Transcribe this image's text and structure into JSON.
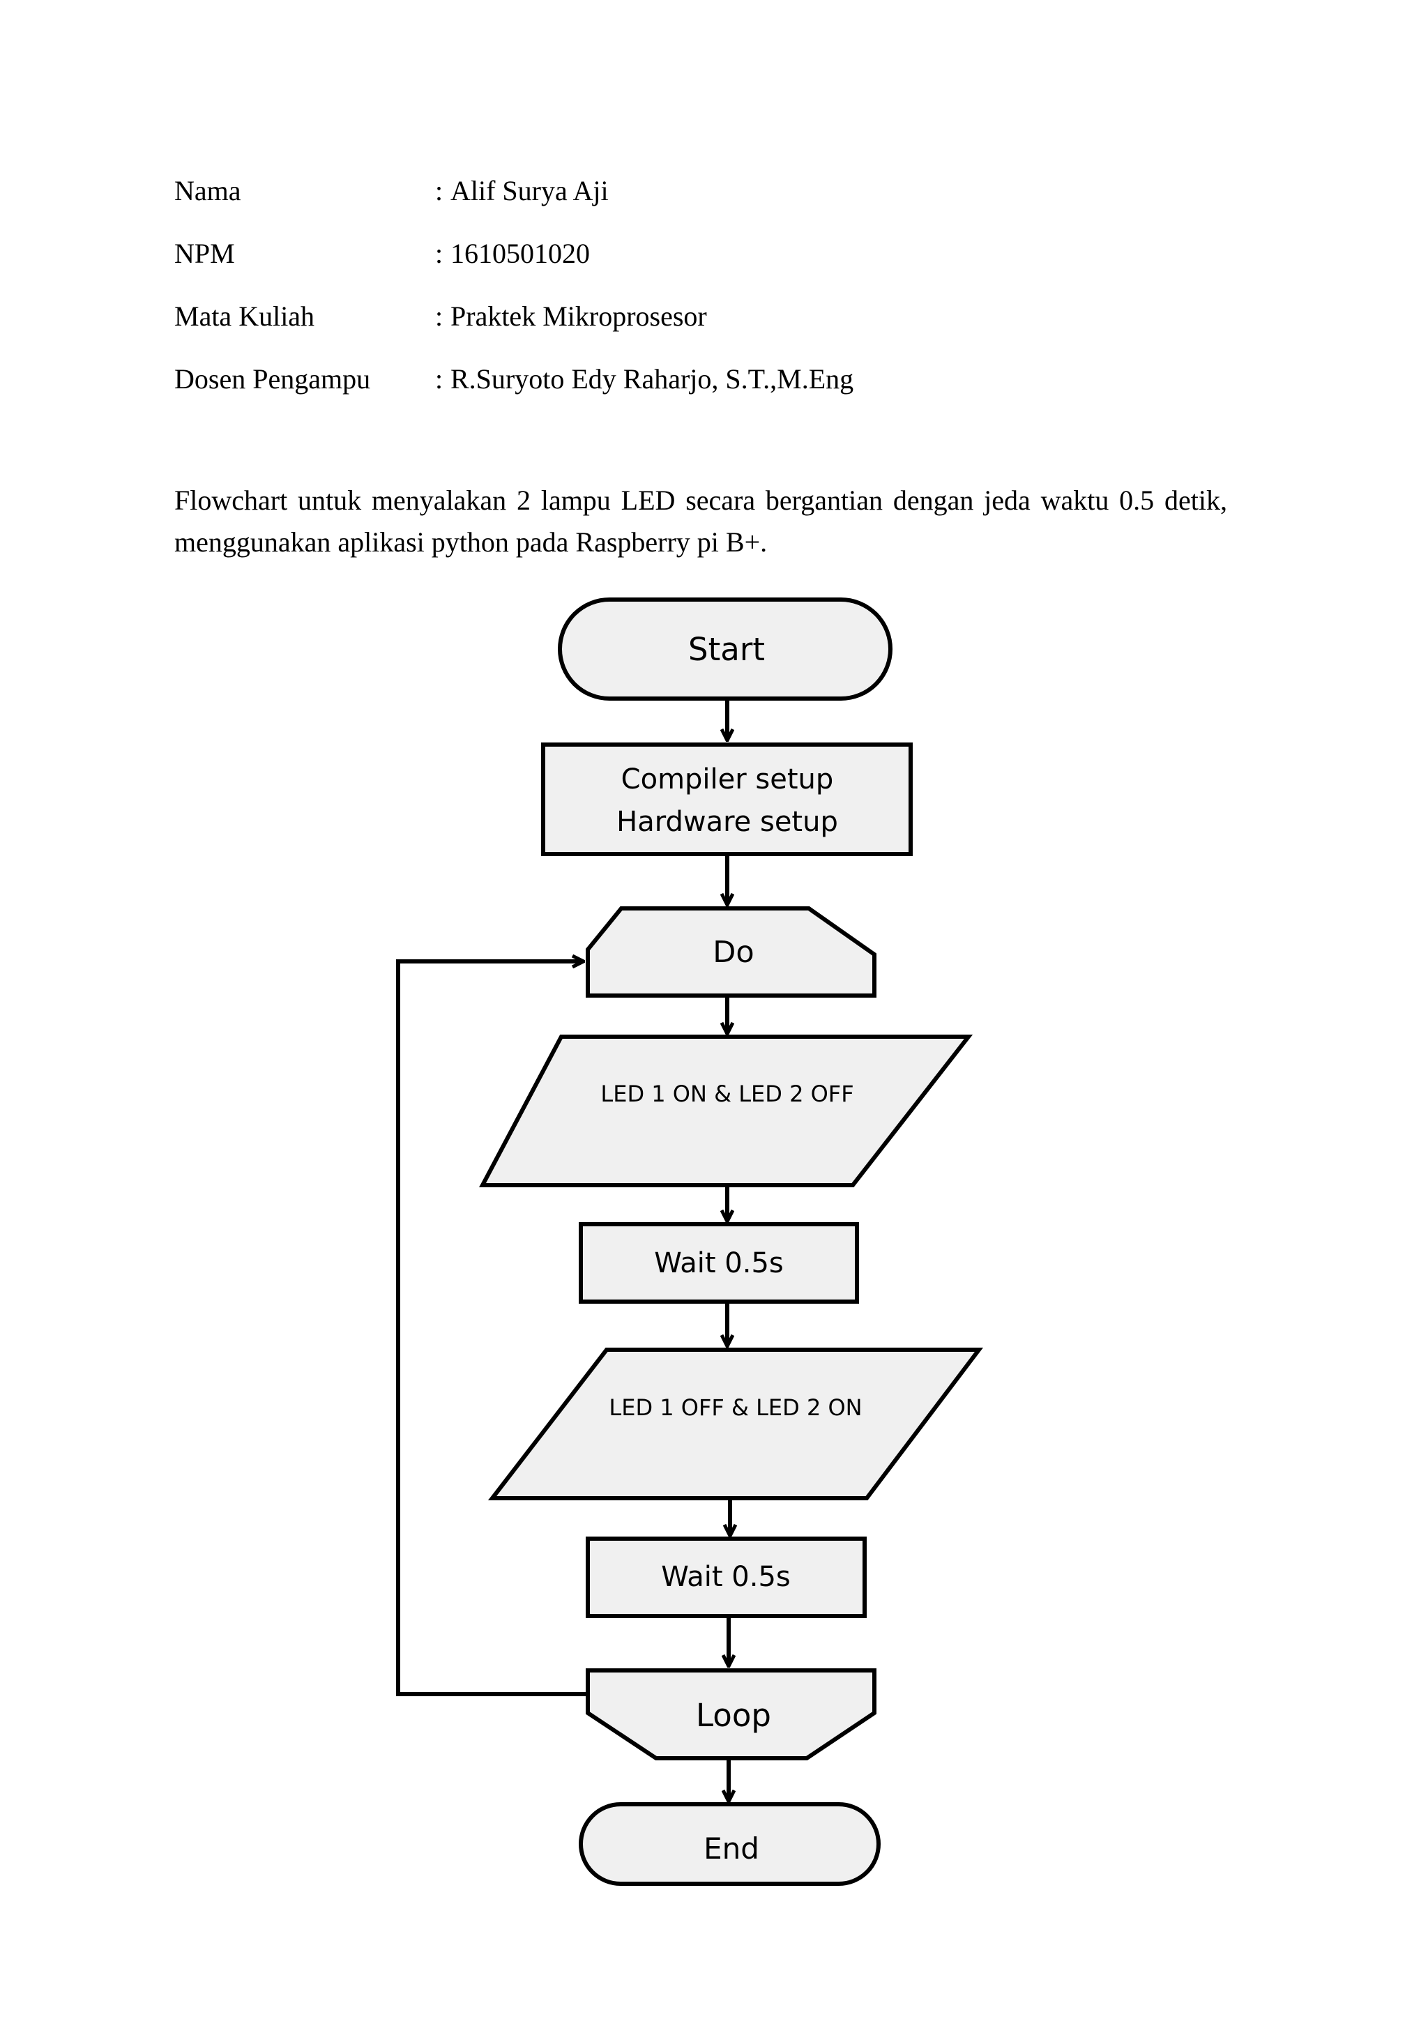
{
  "header": {
    "rows": [
      {
        "label": "Nama",
        "separator": ":",
        "value": "Alif  Surya  Aji"
      },
      {
        "label": "NPM",
        "separator": ":",
        "value": "1610501020"
      },
      {
        "label": "Mata Kuliah",
        "separator": ":",
        "value": "Praktek Mikroprosesor"
      },
      {
        "label": "Dosen Pengampu",
        "separator": ":",
        "value": "R.Suryoto  Edy  Raharjo,  S.T.,M.Eng"
      }
    ]
  },
  "description": "Flowchart  untuk  menyalakan  2 lampu  LED  secara bergantian  dengan  jeda waktu  0.5  detik, menggunakan  aplikasi  python pada Raspberry  pi B+.",
  "flowchart": {
    "nodes": {
      "start": "Start",
      "setup_line1": "Compiler setup",
      "setup_line2": "Hardware setup",
      "do": "Do",
      "led_on": "LED 1 ON & LED 2 OFF",
      "wait1": "Wait 0.5s",
      "led_off": "LED 1 OFF & LED 2 ON",
      "wait2": "Wait 0.5s",
      "loop": "Loop",
      "end": "End"
    },
    "colors": {
      "shape_fill": "#f0f0f0",
      "stroke": "#000000"
    }
  }
}
